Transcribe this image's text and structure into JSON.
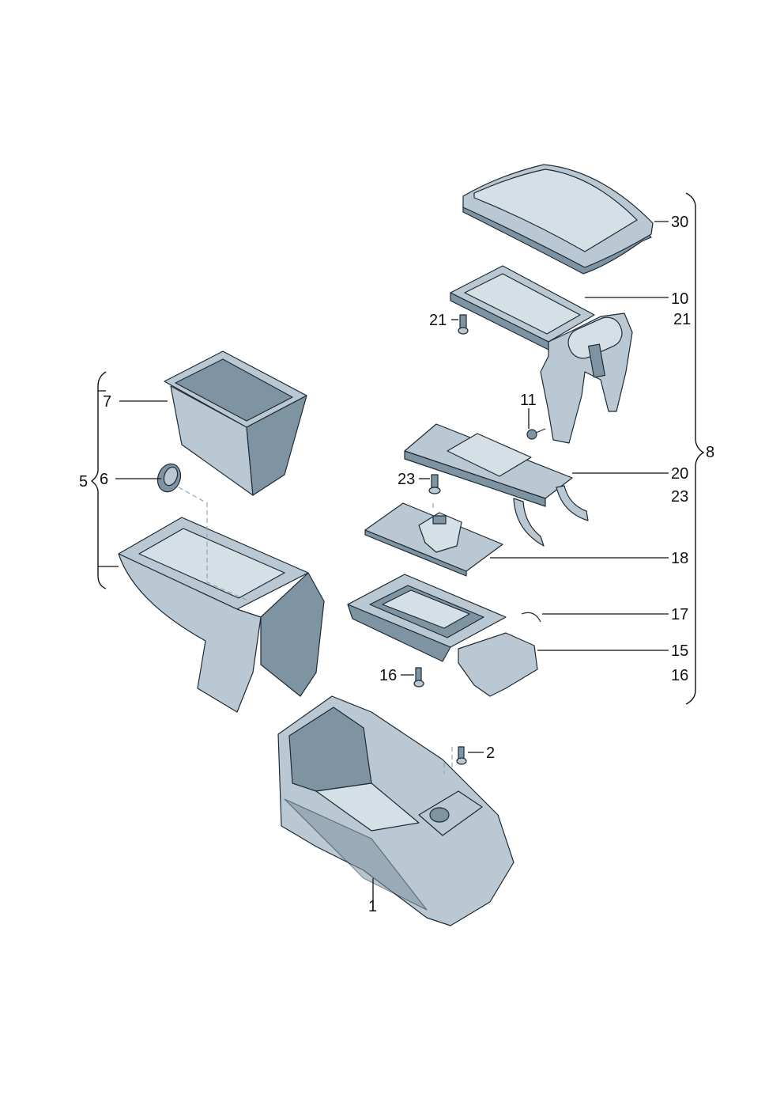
{
  "callouts": {
    "c30": "30",
    "c10": "10",
    "c21_left": "21",
    "c21_right": "21",
    "c11": "11",
    "c8": "8",
    "c20": "20",
    "c23_left": "23",
    "c23_right": "23",
    "c18": "18",
    "c17": "17",
    "c15": "15",
    "c16_left": "16",
    "c16_right": "16",
    "c2": "2",
    "c1": "1",
    "c7": "7",
    "c6": "6",
    "c5": "5"
  },
  "colors": {
    "part_fill": "#b9c8d2",
    "part_light": "#d4dfe6",
    "part_dark": "#7f94a2",
    "part_shadow": "#5d7282",
    "outline": "#1f2a33"
  }
}
